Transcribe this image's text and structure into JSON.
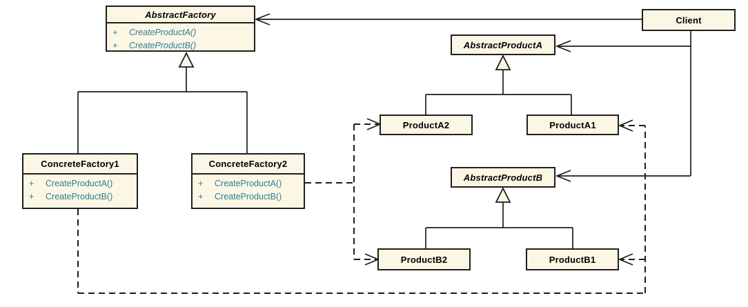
{
  "diagram": {
    "type": "uml-class-diagram",
    "pattern": "Abstract Factory"
  },
  "colors": {
    "box_fill": "#FCF6E4",
    "box_border": "#1E1E1E",
    "connector": "#1C1C1C",
    "title_text": "#000000",
    "method_text": "#2E7D96",
    "background": "#FFFFFF"
  },
  "classes": {
    "abstractFactory": {
      "name": "AbstractFactory",
      "abstract": true,
      "methods": [
        {
          "vis": "+",
          "sig": "CreateProductA()"
        },
        {
          "vis": "+",
          "sig": "CreateProductB()"
        }
      ]
    },
    "concreteFactory1": {
      "name": "ConcreteFactory1",
      "abstract": false,
      "methods": [
        {
          "vis": "+",
          "sig": "CreateProductA()"
        },
        {
          "vis": "+",
          "sig": "CreateProductB()"
        }
      ]
    },
    "concreteFactory2": {
      "name": "ConcreteFactory2",
      "abstract": false,
      "methods": [
        {
          "vis": "+",
          "sig": "CreateProductA()"
        },
        {
          "vis": "+",
          "sig": "CreateProductB()"
        }
      ]
    },
    "client": {
      "name": "Client",
      "abstract": false
    },
    "abstractProductA": {
      "name": "AbstractProductA",
      "abstract": true
    },
    "productA2": {
      "name": "ProductA2",
      "abstract": false
    },
    "productA1": {
      "name": "ProductA1",
      "abstract": false
    },
    "abstractProductB": {
      "name": "AbstractProductB",
      "abstract": true
    },
    "productB2": {
      "name": "ProductB2",
      "abstract": false
    },
    "productB1": {
      "name": "ProductB1",
      "abstract": false
    }
  },
  "relationships": [
    {
      "type": "association",
      "from": "Client",
      "to": "AbstractFactory"
    },
    {
      "type": "association",
      "from": "Client",
      "to": "AbstractProductA"
    },
    {
      "type": "association",
      "from": "Client",
      "to": "AbstractProductB"
    },
    {
      "type": "generalization",
      "from": "ConcreteFactory1",
      "to": "AbstractFactory"
    },
    {
      "type": "generalization",
      "from": "ConcreteFactory2",
      "to": "AbstractFactory"
    },
    {
      "type": "generalization",
      "from": "ProductA2",
      "to": "AbstractProductA"
    },
    {
      "type": "generalization",
      "from": "ProductA1",
      "to": "AbstractProductA"
    },
    {
      "type": "generalization",
      "from": "ProductB2",
      "to": "AbstractProductB"
    },
    {
      "type": "generalization",
      "from": "ProductB1",
      "to": "AbstractProductB"
    },
    {
      "type": "dependency",
      "from": "ConcreteFactory1",
      "to": "ProductA1"
    },
    {
      "type": "dependency",
      "from": "ConcreteFactory1",
      "to": "ProductB1"
    },
    {
      "type": "dependency",
      "from": "ConcreteFactory2",
      "to": "ProductA2"
    },
    {
      "type": "dependency",
      "from": "ConcreteFactory2",
      "to": "ProductB2"
    }
  ]
}
